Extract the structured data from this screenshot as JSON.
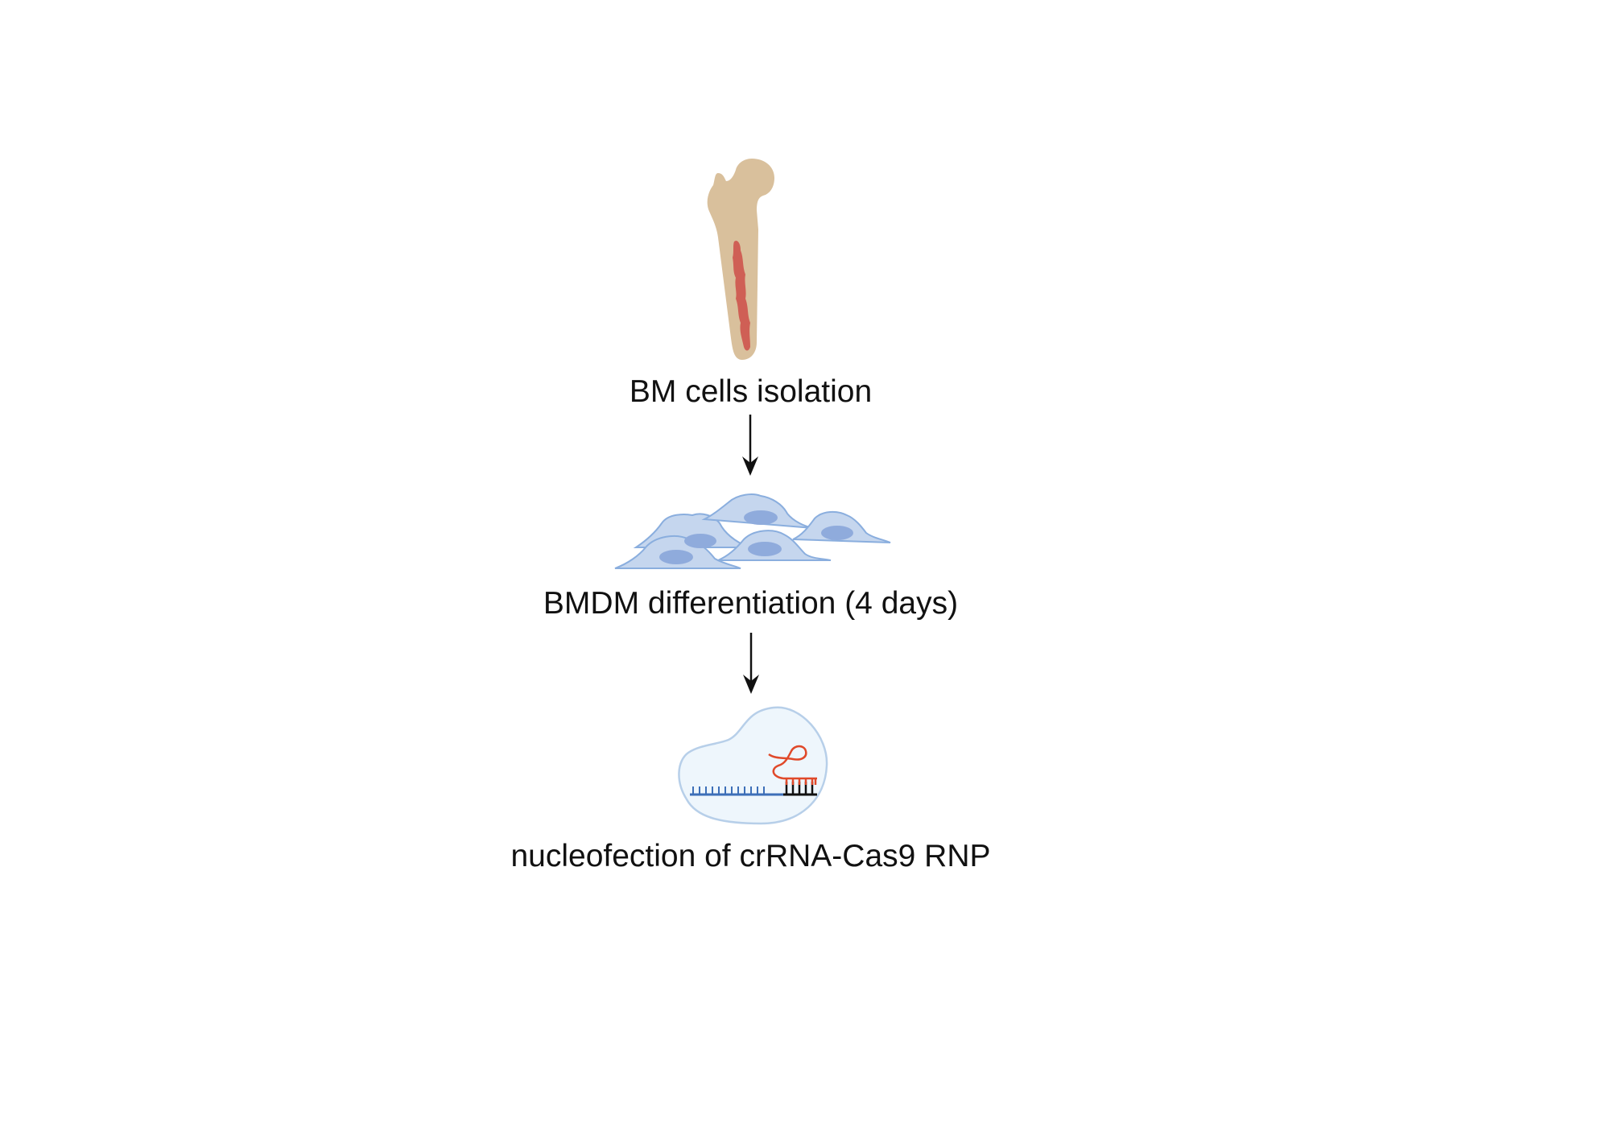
{
  "steps": [
    {
      "label": "BM cells isolation",
      "icon": "femur-bone-icon"
    },
    {
      "label": "BMDM differentiation (4 days)",
      "icon": "macrophage-cells-icon"
    },
    {
      "label": "nucleofection of crRNA-Cas9 RNP",
      "icon": "crispr-rnp-cell-icon"
    }
  ],
  "colors": {
    "bone": "#d9c09c",
    "marrow": "#cf5f55",
    "cell_fill": "#c5d6ee",
    "cell_stroke": "#8aaede",
    "nucleus": "#8fabdc",
    "rnp_cell_fill": "#eef6fc",
    "rnp_cell_stroke": "#b7cfe9",
    "dna_blue": "#3d6fb8",
    "rna_red": "#e0492a",
    "text": "#111111",
    "arrow": "#111111"
  }
}
